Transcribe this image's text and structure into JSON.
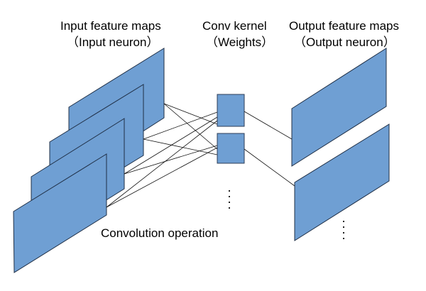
{
  "labels": {
    "input_title": "Input feature maps",
    "input_sub": "（Input neuron）",
    "kernel_title": "Conv kernel",
    "kernel_sub": "（Weights）",
    "output_title": "Output feature maps",
    "output_sub": "（Output neuron）",
    "operation": "Convolution operation"
  },
  "colors": {
    "plane_fill": "#6f9fd3",
    "line": "#111111"
  }
}
